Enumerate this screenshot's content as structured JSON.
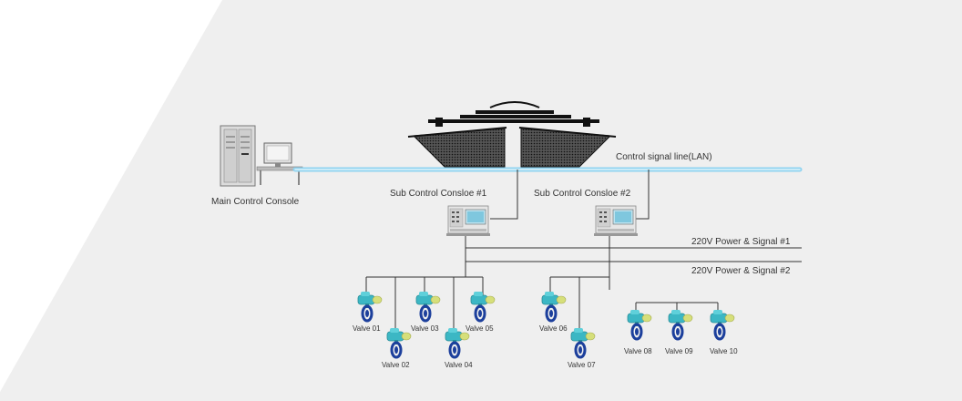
{
  "labels": {
    "main_console": "Main Control Console",
    "lan_line": "Control signal line(LAN)",
    "sub_console_1": "Sub Control Consloe #1",
    "sub_console_2": "Sub Control Consloe #2",
    "power_signal_1": "220V Power & Signal #1",
    "power_signal_2": "220V Power & Signal #2"
  },
  "valves": [
    {
      "id": "v01",
      "label": "Valve 01"
    },
    {
      "id": "v02",
      "label": "Valve 02"
    },
    {
      "id": "v03",
      "label": "Valve 03"
    },
    {
      "id": "v04",
      "label": "Valve 04"
    },
    {
      "id": "v05",
      "label": "Valve 05"
    },
    {
      "id": "v06",
      "label": "Valve 06"
    },
    {
      "id": "v07",
      "label": "Valve 07"
    },
    {
      "id": "v08",
      "label": "Valve 08"
    },
    {
      "id": "v09",
      "label": "Valve 09"
    },
    {
      "id": "v10",
      "label": "Valve 10"
    }
  ],
  "colors": {
    "background_panel": "#efefef",
    "lan_line": "#8fd3f0",
    "wire": "#333333",
    "valve_actuator": "#3cb7c4",
    "valve_body": "#1c3f9c",
    "valve_handle": "#d6df7a"
  },
  "icons": {
    "main_console": "server-rack-and-computer-icon",
    "sub_console": "control-panel-icon",
    "valve": "motorized-valve-icon",
    "ship": "ship-icon"
  }
}
